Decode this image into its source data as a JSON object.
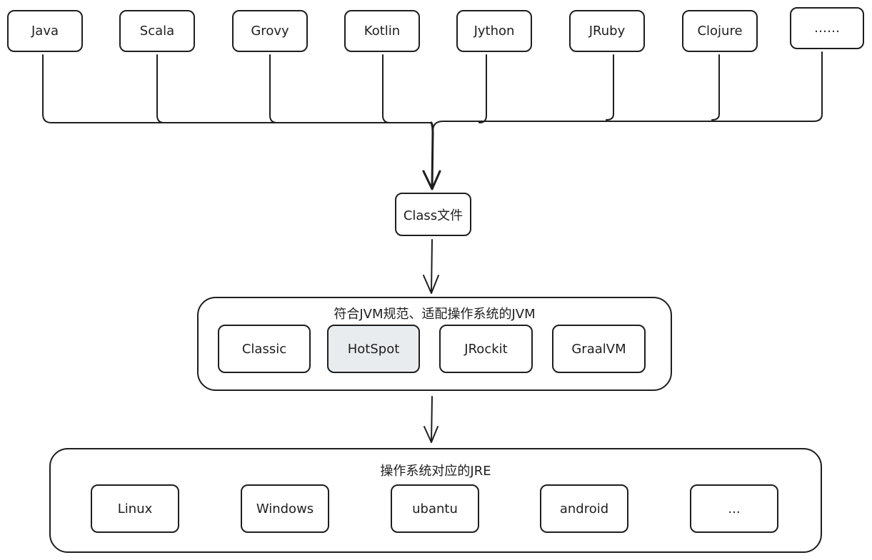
{
  "languages": [
    {
      "label": "Java"
    },
    {
      "label": "Scala"
    },
    {
      "label": "Grovy"
    },
    {
      "label": "Kotlin"
    },
    {
      "label": "Jython"
    },
    {
      "label": "JRuby"
    },
    {
      "label": "Clojure"
    },
    {
      "label": "……"
    }
  ],
  "class_file": {
    "label": "Class文件"
  },
  "jvm_group": {
    "title": "符合JVM规范、适配操作系统的JVM",
    "items": [
      {
        "label": "Classic"
      },
      {
        "label": "HotSpot"
      },
      {
        "label": "JRockit"
      },
      {
        "label": "GraalVM"
      }
    ],
    "highlight_color": "#e9ecef"
  },
  "jre_group": {
    "title": "操作系统对应的JRE",
    "items": [
      {
        "label": "Linux"
      },
      {
        "label": "Windows"
      },
      {
        "label": "ubantu"
      },
      {
        "label": "android"
      },
      {
        "label": "..."
      }
    ]
  },
  "colors": {
    "stroke": "#1e1e1e",
    "background": "#ffffff"
  }
}
